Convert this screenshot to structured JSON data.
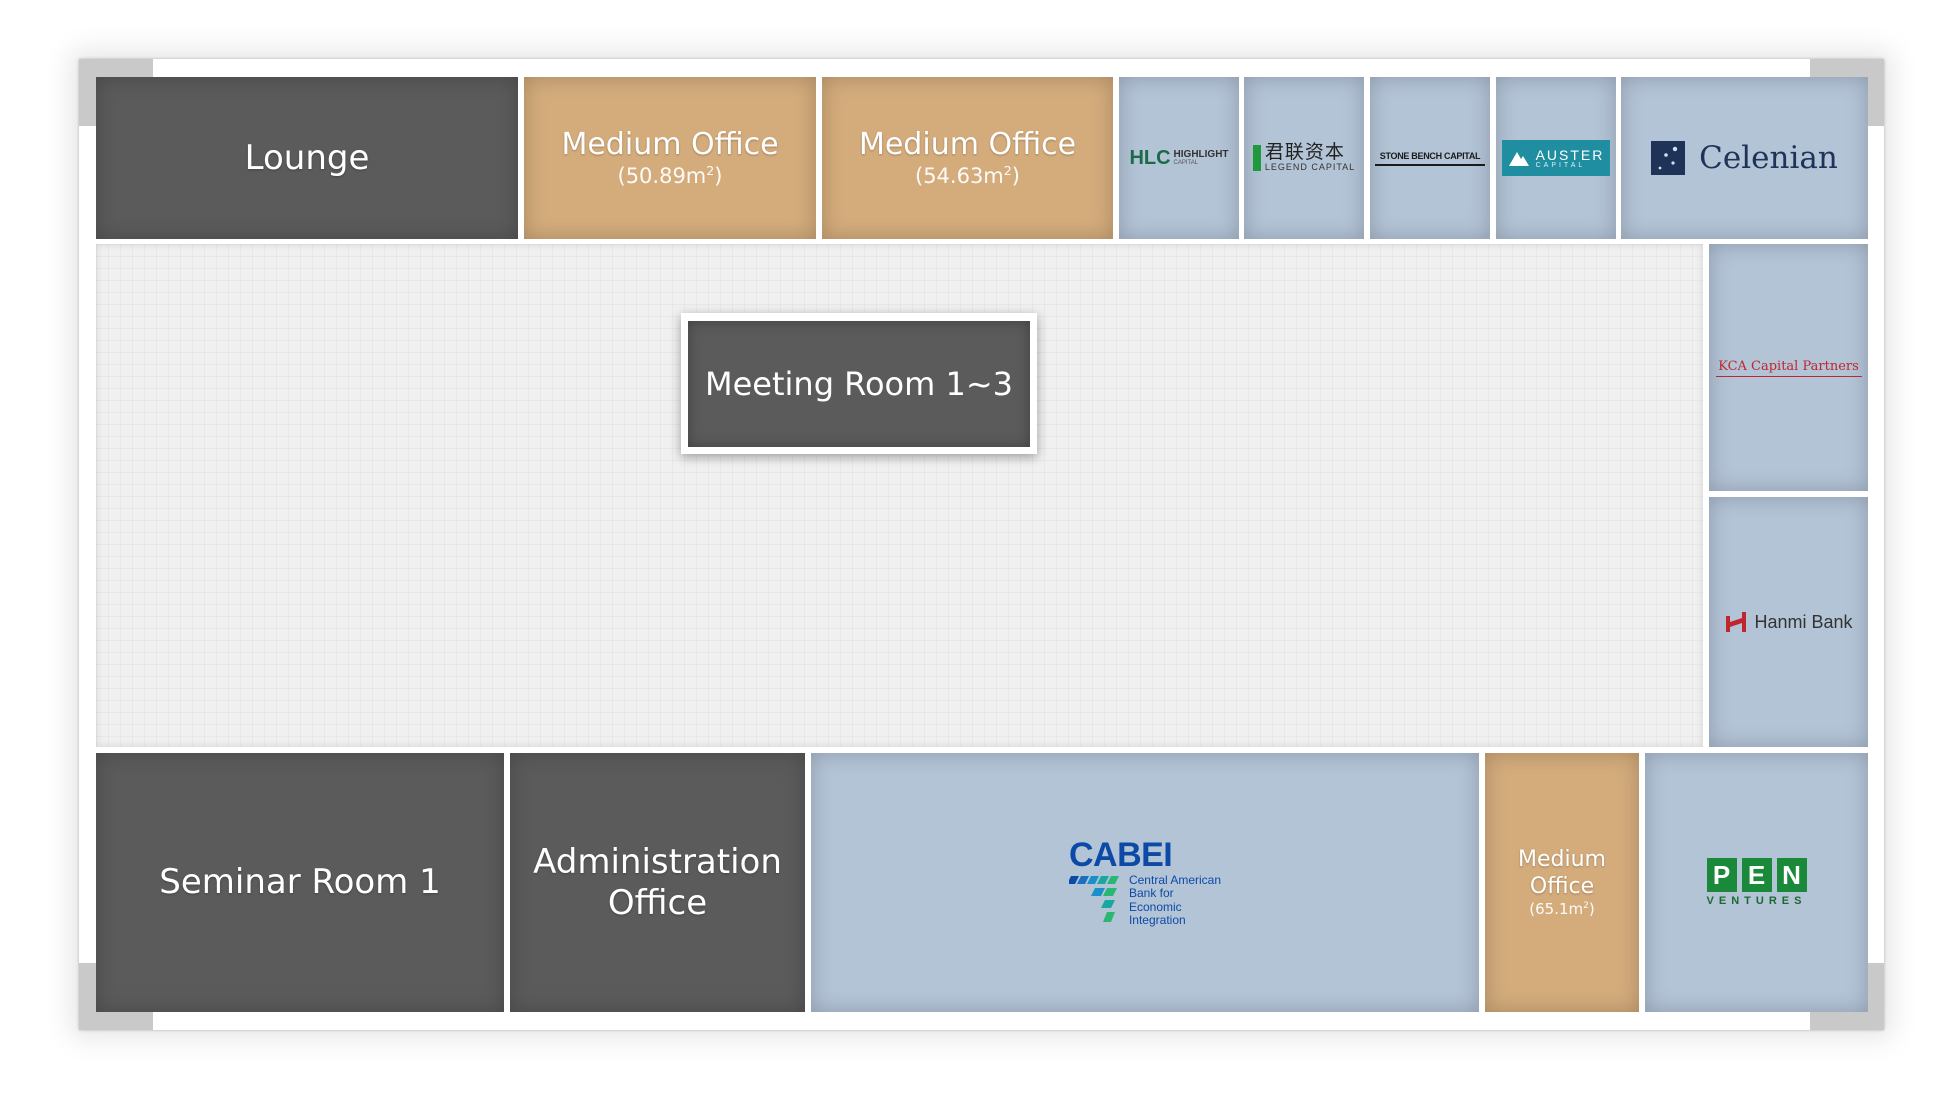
{
  "rooms": {
    "lounge": {
      "name": "Lounge"
    },
    "medium_office_1": {
      "name": "Medium Office",
      "area": "(50.89m",
      "unit_sup": "2",
      "close": ")"
    },
    "medium_office_2": {
      "name": "Medium Office",
      "area": "(54.63m",
      "unit_sup": "2",
      "close": ")"
    },
    "meeting": {
      "name": "Meeting Room 1~3"
    },
    "seminar": {
      "name": "Seminar Room 1"
    },
    "administration": {
      "name_line1": "Administration",
      "name_line2": "Office"
    },
    "medium_office_3": {
      "name": "Medium Office",
      "area": "(65.1m",
      "unit_sup": "2",
      "close": ")"
    }
  },
  "tenants": {
    "hlc": {
      "mark": "HLC",
      "name": "HIGHLIGHT",
      "sub": "CAPITAL",
      "color": "#1c6b48"
    },
    "legend": {
      "name_cn": "君联资本",
      "name_en": "LEGEND CAPITAL",
      "color": "#1e9a3c"
    },
    "stone_bench": {
      "name": "STONE BENCH CAPITAL"
    },
    "auster": {
      "name": "AUSTER",
      "sub": "CAPITAL",
      "color": "#1f8ea0"
    },
    "celenian": {
      "name": "Celenian",
      "color": "#1e3357"
    },
    "kca": {
      "name": "KCA Capital Partners",
      "color": "#c0262d"
    },
    "hanmi": {
      "name": "Hanmi Bank",
      "color": "#c0262d"
    },
    "cabei": {
      "mark": "CABEI",
      "line1": "Central American",
      "line2": "Bank for",
      "line3": "Economic",
      "line4": "Integration",
      "color": "#0c4aa6"
    },
    "pen": {
      "letters": [
        "P",
        "E",
        "N"
      ],
      "sub": "VENTURES",
      "color": "#1a8a3a"
    }
  },
  "colors": {
    "dark_room": "#5b5b5b",
    "medium_office": "#d4ac7c",
    "tenant_office": "#b3c4d7",
    "hall": "#f0f0f0"
  }
}
